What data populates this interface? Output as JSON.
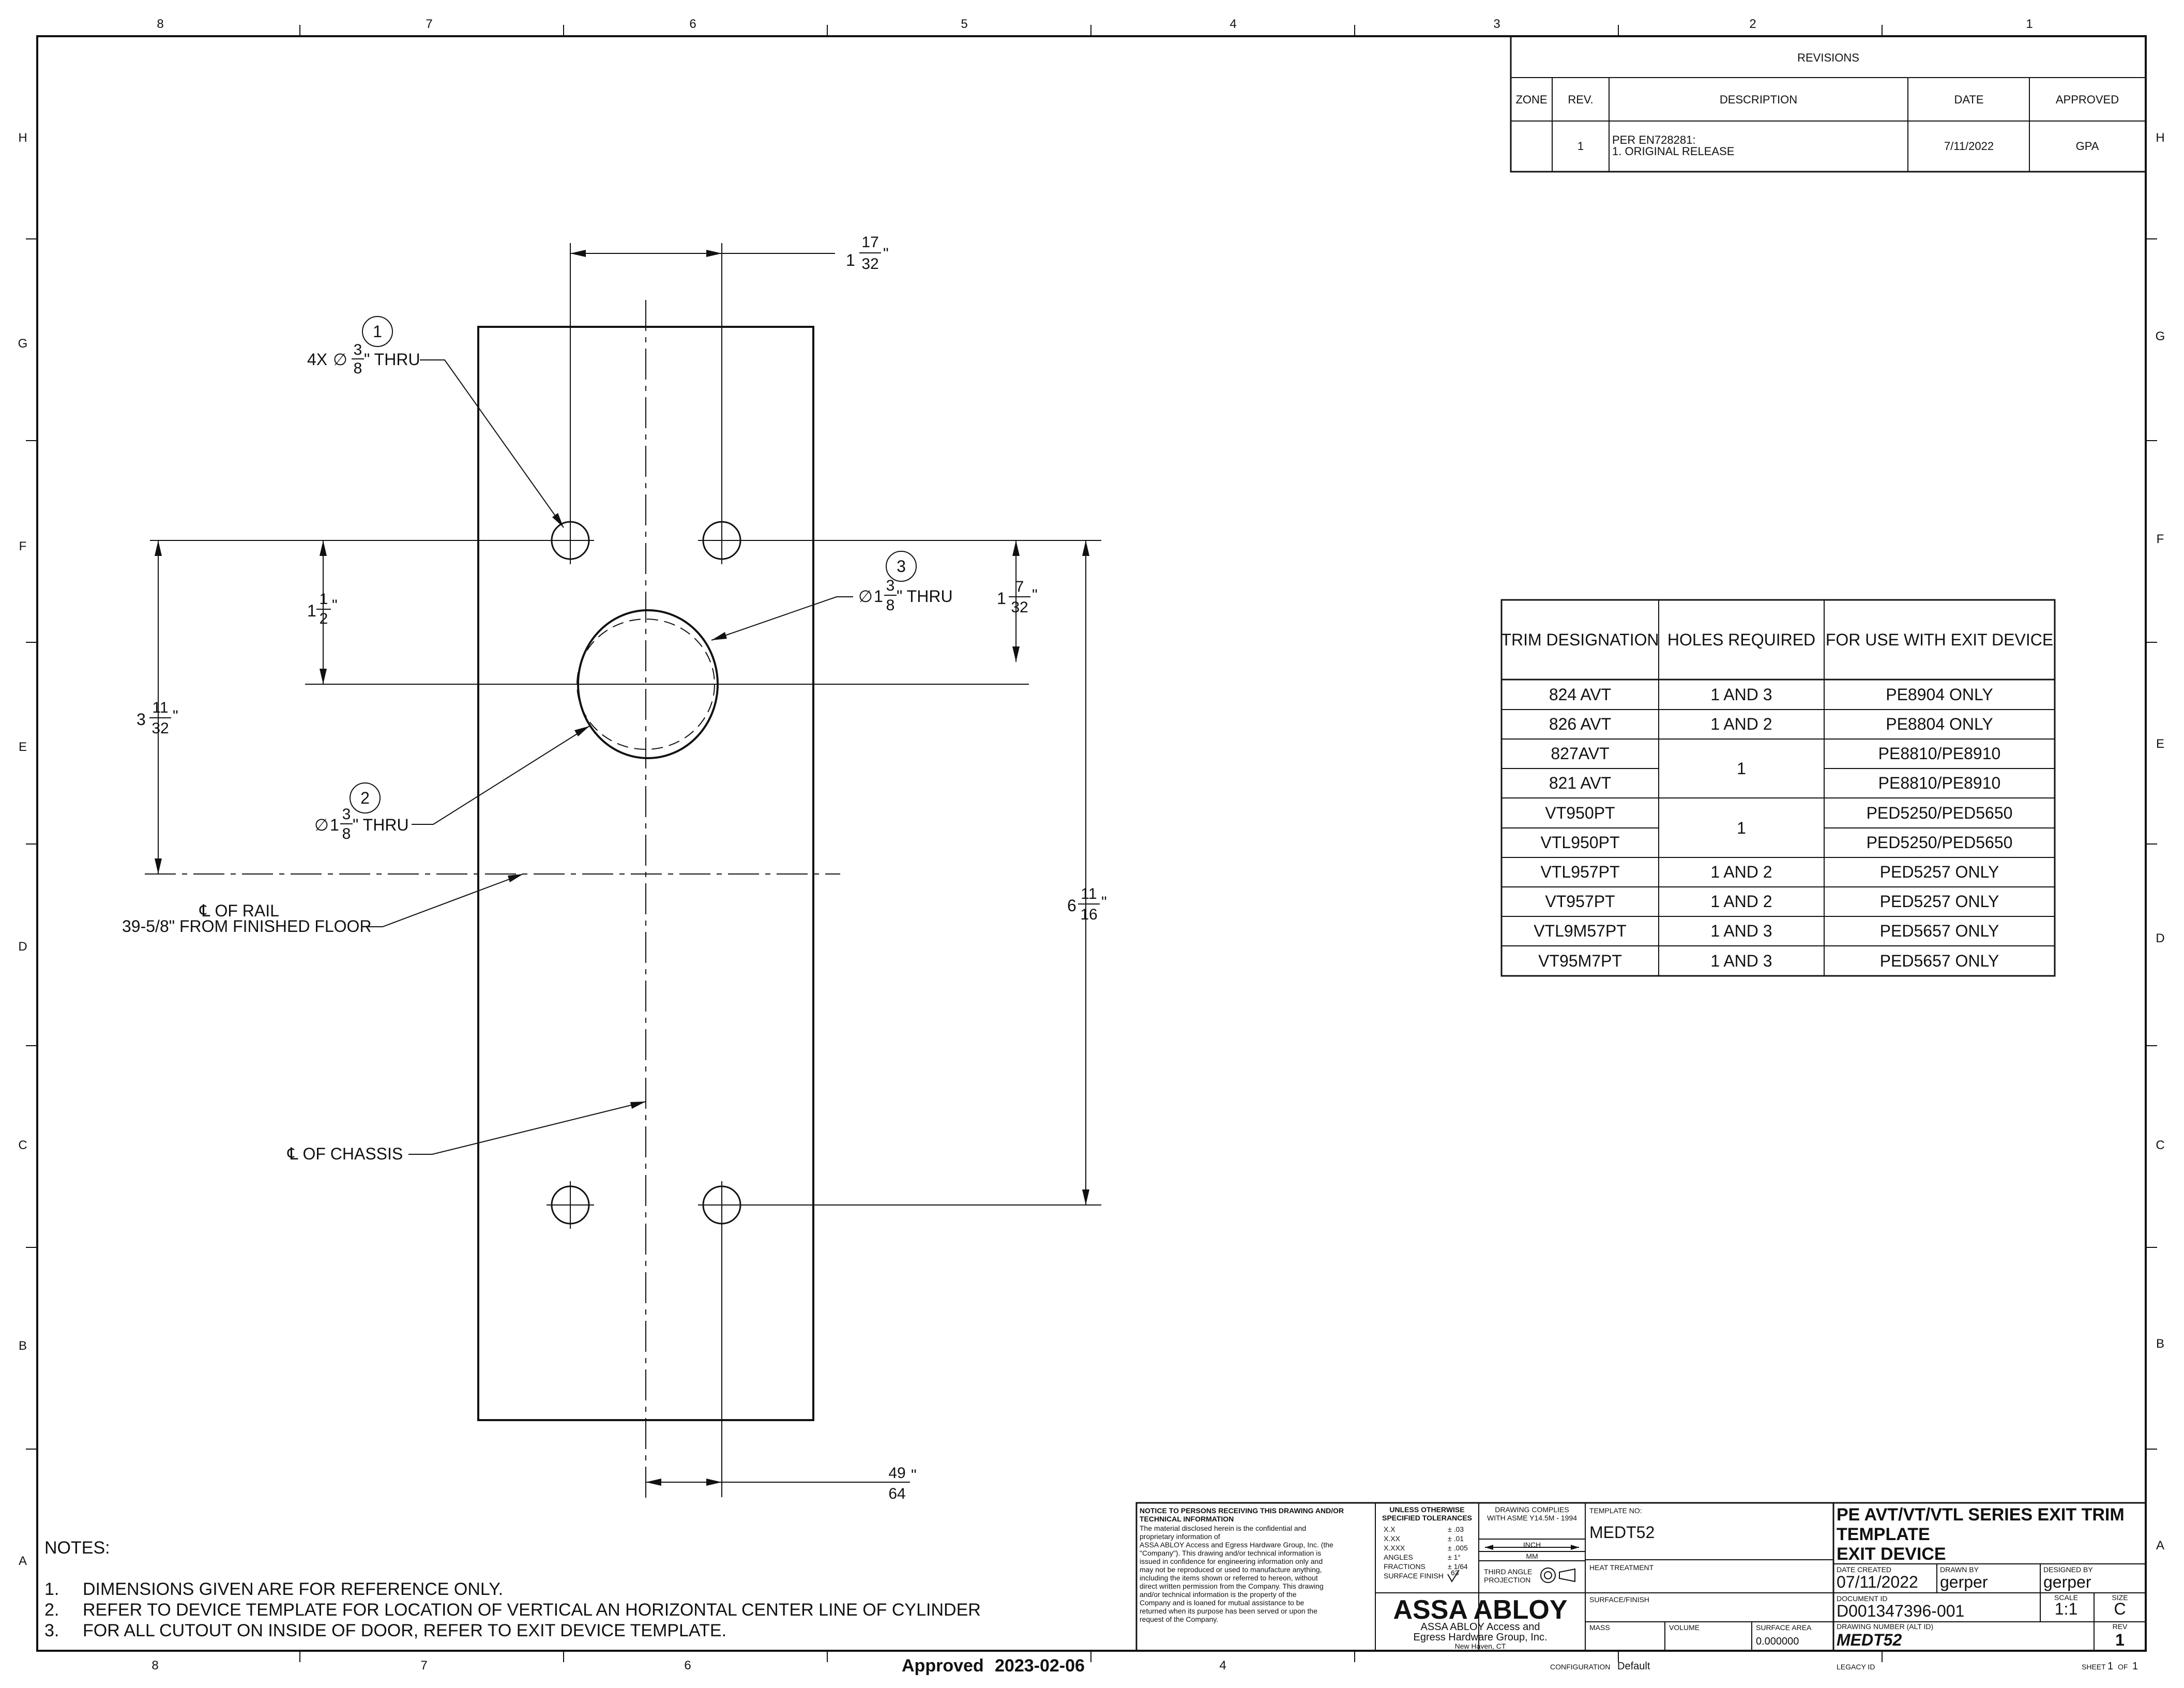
{
  "grid": {
    "columns": [
      "8",
      "7",
      "6",
      "5",
      "4",
      "3",
      "2",
      "1"
    ],
    "bottom_columns": [
      "8",
      "7",
      "6",
      "4"
    ],
    "rows": [
      "H",
      "G",
      "F",
      "E",
      "D",
      "C",
      "B",
      "A"
    ]
  },
  "revisions": {
    "title": "REVISIONS",
    "headers": [
      "ZONE",
      "REV.",
      "DESCRIPTION",
      "DATE",
      "APPROVED"
    ],
    "row": {
      "zone": "",
      "rev": "1",
      "desc1": "PER EN728281:",
      "desc2": "1. ORIGINAL RELEASE",
      "date": "7/11/2022",
      "approved": "GPA"
    }
  },
  "callouts": {
    "c1": {
      "num": "1",
      "qty": "4X",
      "dia_symbol": "∅",
      "frac_n": "3",
      "frac_d": "8",
      "suffix": "\" THRU"
    },
    "c2": {
      "num": "2",
      "dia_symbol": "∅",
      "whole": "1",
      "frac_n": "3",
      "frac_d": "8",
      "suffix": "\" THRU"
    },
    "c3": {
      "num": "3",
      "dia_symbol": "∅",
      "whole": "1",
      "frac_n": "3",
      "frac_d": "8",
      "suffix": "\" THRU"
    },
    "rail_line1": "℄  OF RAIL",
    "rail_line2": "39-5/8\" FROM FINISHED FLOOR",
    "chassis": "℄  OF CHASSIS"
  },
  "dimensions": {
    "top_spacing": {
      "whole": "1",
      "n": "17",
      "d": "32",
      "unit": "\""
    },
    "left_1": {
      "whole": "1",
      "n": "1",
      "d": "2",
      "unit": "\""
    },
    "left_2": {
      "whole": "3",
      "n": "11",
      "d": "32",
      "unit": "\""
    },
    "right_1": {
      "whole": "1",
      "n": "7",
      "d": "32",
      "unit": "\""
    },
    "right_2": {
      "whole": "6",
      "n": "11",
      "d": "16",
      "unit": "\""
    },
    "bottom": {
      "whole": "",
      "n": "49",
      "d": "64",
      "unit": "\""
    }
  },
  "trim_table": {
    "headers": [
      "TRIM DESIGNATION",
      "HOLES REQUIRED",
      "FOR USE WITH EXIT DEVICE"
    ],
    "rows": [
      [
        "824 AVT",
        "1 AND 3",
        "PE8904 ONLY"
      ],
      [
        "826 AVT",
        "1 AND 2",
        "PE8804 ONLY"
      ],
      [
        "827AVT",
        "1",
        "PE8810/PE8910"
      ],
      [
        "821 AVT",
        "",
        "PE8810/PE8910"
      ],
      [
        "VT950PT",
        "1",
        "PED5250/PED5650"
      ],
      [
        "VTL950PT",
        "",
        "PED5250/PED5650"
      ],
      [
        "VTL957PT",
        "1 AND 2",
        "PED5257 ONLY"
      ],
      [
        "VT957PT",
        "1 AND 2",
        "PED5257 ONLY"
      ],
      [
        "VTL9M57PT",
        "1 AND 3",
        "PED5657 ONLY"
      ],
      [
        "VT95M7PT",
        "1 AND 3",
        "PED5657 ONLY"
      ]
    ]
  },
  "notes": {
    "title": "NOTES:",
    "items": [
      {
        "n": "1.",
        "text": "DIMENSIONS GIVEN ARE FOR REFERENCE ONLY."
      },
      {
        "n": "2.",
        "text": "REFER TO DEVICE TEMPLATE FOR LOCATION OF VERTICAL AN HORIZONTAL CENTER LINE OF CYLINDER"
      },
      {
        "n": "3.",
        "text": "FOR ALL CUTOUT ON INSIDE OF DOOR, REFER TO EXIT DEVICE TEMPLATE."
      }
    ]
  },
  "title_block": {
    "notice_title1": "NOTICE TO PERSONS RECEIVING THIS DRAWING AND/OR",
    "notice_title2": "TECHNICAL INFORMATION",
    "notice_lines": [
      "The material disclosed herein is the confidential and",
      "proprietary information of",
      "ASSA ABLOY Access and Egress Hardware Group, Inc. (the",
      "\"Company\"). This drawing and/or technical information is",
      "issued in confidence for engineering information only and",
      "may not be reproduced or used to manufacture anything,",
      "including the items shown or referred to hereon, without",
      "direct written permission from the Company. This drawing",
      "and/or technical information is the property of the",
      "Company and is loaned for mutual assistance to be",
      "returned when its purpose has been served or upon the",
      "request of the Company."
    ],
    "tol_title1": "UNLESS OTHERWISE",
    "tol_title2": "SPECIFIED TOLERANCES",
    "tolerances": [
      [
        "X.X",
        "± .03"
      ],
      [
        "X.XX",
        "± .01"
      ],
      [
        "X.XXX",
        "± .005"
      ],
      [
        "ANGLES",
        "± 1°"
      ],
      [
        "FRACTIONS",
        "± 1/64"
      ],
      [
        "SURFACE FINISH",
        "63"
      ]
    ],
    "complies1": "DRAWING COMPLIES",
    "complies2": "WITH ASME Y14.5M - 1994",
    "inch": "INCH",
    "mm": "MM",
    "third_angle1": "THIRD ANGLE",
    "third_angle2": "PROJECTION",
    "logo": "ASSA ABLOY",
    "company1": "ASSA ABLOY Access and",
    "company2": "Egress Hardware Group, Inc.",
    "company3": "New Haven, CT",
    "template_no_label": "TEMPLATE NO:",
    "template_no": "MEDT52",
    "heat_treatment_label": "HEAT TREATMENT",
    "surface_finish_label": "SURFACE/FINISH",
    "mass_label": "MASS",
    "volume_label": "VOLUME",
    "surface_area_label": "SURFACE AREA",
    "surface_area": "0.000000",
    "title1": "PE AVT/VT/VTL SERIES EXIT TRIM",
    "title2": "TEMPLATE",
    "title3": "EXIT DEVICE",
    "date_created_label": "DATE CREATED",
    "date_created": "07/11/2022",
    "drawn_by_label": "DRAWN BY",
    "drawn_by": "gerper",
    "designed_by_label": "DESIGNED BY",
    "designed_by": "gerper",
    "scale_label": "SCALE",
    "scale": "1:1",
    "size_label": "SIZE",
    "size": "C",
    "document_id_label": "DOCUMENT ID",
    "document_id": "D001347396-001",
    "drawing_number_label": "DRAWING NUMBER (ALT ID)",
    "drawing_number": "MEDT52",
    "rev_label": "REV",
    "rev": "1",
    "configuration_label": "CONFIGURATION",
    "configuration": "Default",
    "legacy_id_label": "LEGACY ID",
    "sheet_label": "SHEET",
    "sheet": "1",
    "of_label": "OF",
    "sheet_total": "1"
  },
  "approval": {
    "label": "Approved",
    "date": "2023-02-06"
  }
}
